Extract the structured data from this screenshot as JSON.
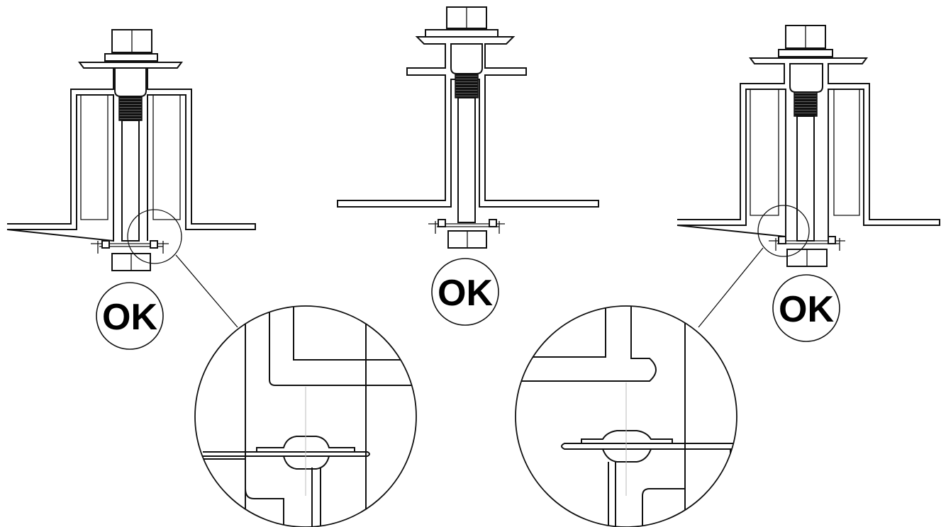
{
  "figure": {
    "assemblies": [
      {
        "id": "left",
        "status_label": "OK"
      },
      {
        "id": "center",
        "status_label": "OK"
      },
      {
        "id": "right",
        "status_label": "OK"
      }
    ],
    "details": [
      {
        "id": "left-detail"
      },
      {
        "id": "right-detail"
      }
    ],
    "colors": {
      "line": "#111111",
      "background": "#ffffff"
    }
  }
}
